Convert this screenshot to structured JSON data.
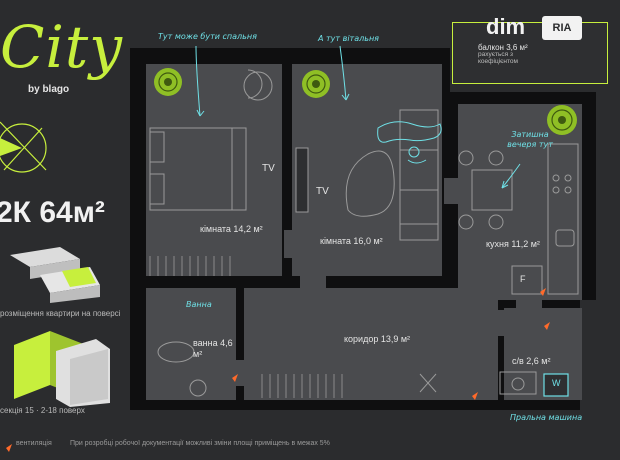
{
  "brand": {
    "logo_text": "City",
    "sub_text": "by blago"
  },
  "apartment": {
    "area_label": "2К 64м²"
  },
  "captions": {
    "position_label": "розміщення квартири на поверсі",
    "section_label": "секція 15 · 2-18 поверх"
  },
  "watermark": {
    "text": "dim",
    "badge": "RIA"
  },
  "balcony": {
    "title": "балкон 3,6 м²",
    "note": "рахується з коефіцієнтом"
  },
  "rooms": {
    "room1": "кімната 14,2 м²",
    "room2": "кімната 16,0 м²",
    "kitchen": "кухня 11,2 м²",
    "corridor": "коридор 13,9 м²",
    "bathroom": "ванна 4,6 м²",
    "wc": "с/в 2,6 м²"
  },
  "labels": {
    "tv1": "TV",
    "tv2": "TV",
    "fridge": "F",
    "washer": "W"
  },
  "notes": {
    "bedroom_note": "Тут може бути спальня",
    "living_note": "А тут вітальня",
    "dinner_note": "Затишна вечеря тут",
    "bath_note": "Ванна",
    "washer_note": "Пральна машина"
  },
  "footer": {
    "left": "вентиляція",
    "main": "При розробці робочої документації можливі зміни площі приміщень в межах 5%"
  },
  "colors": {
    "accent": "#c7ef3d",
    "walls": "#0f0f10",
    "floor": "#4a4b4e",
    "note": "#6fe0e6",
    "marker": "#ff6a2a"
  }
}
